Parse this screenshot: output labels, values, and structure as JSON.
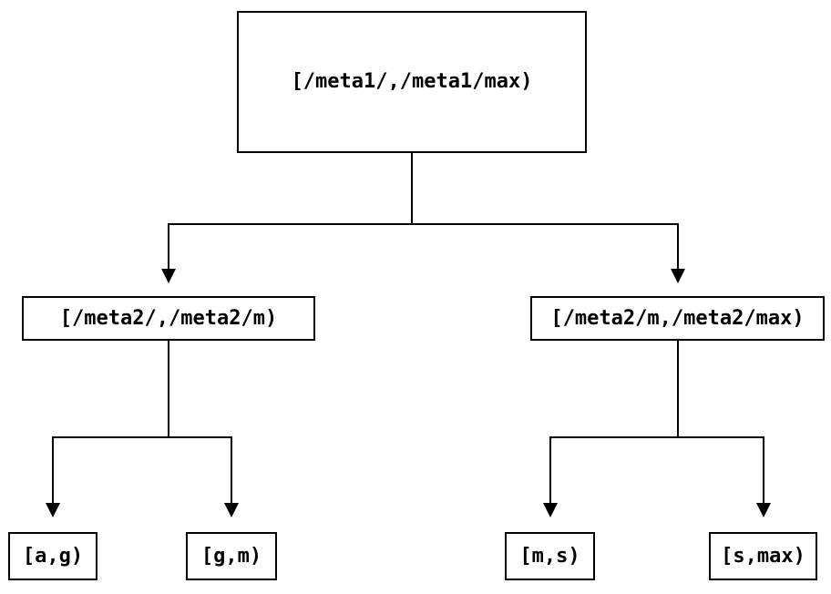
{
  "canvas": {
    "background": "#ffffff",
    "line_color": "#000000",
    "text_color": "#000000"
  },
  "nodes": {
    "root": {
      "label": "[/meta1/,/meta1/max)"
    },
    "mid_left": {
      "label": "[/meta2/,/meta2/m)"
    },
    "mid_right": {
      "label": "[/meta2/m,/meta2/max)"
    },
    "leaf_a_g": {
      "label": "[a,g)"
    },
    "leaf_g_m": {
      "label": "[g,m)"
    },
    "leaf_m_s": {
      "label": "[m,s)"
    },
    "leaf_s_max": {
      "label": "[s,max)"
    }
  },
  "edges": [
    {
      "from": "root",
      "to": "mid_left"
    },
    {
      "from": "root",
      "to": "mid_right"
    },
    {
      "from": "mid_left",
      "to": "leaf_a_g"
    },
    {
      "from": "mid_left",
      "to": "leaf_g_m"
    },
    {
      "from": "mid_right",
      "to": "leaf_m_s"
    },
    {
      "from": "mid_right",
      "to": "leaf_s_max"
    }
  ]
}
